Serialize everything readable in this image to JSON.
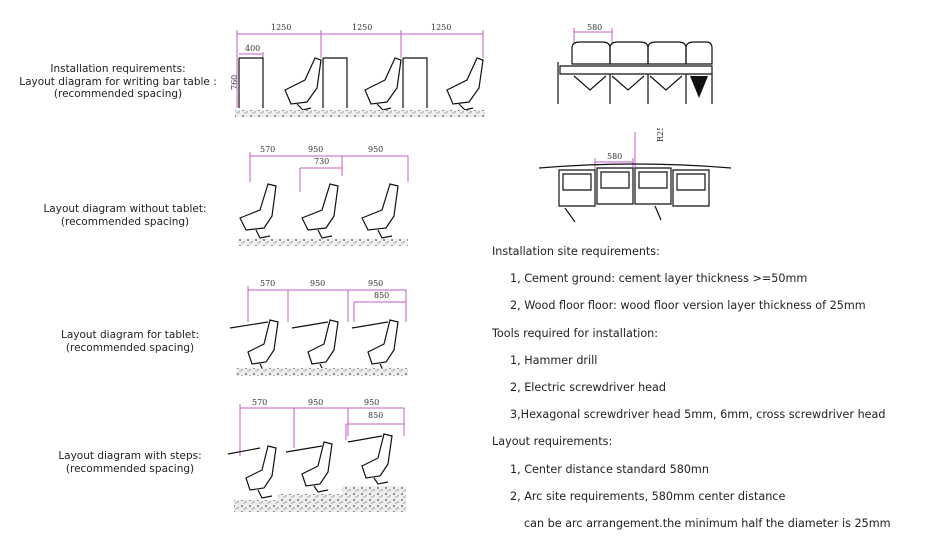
{
  "labels": {
    "writing_bar": [
      "Installation requirements:",
      "Layout diagram for writing bar table :",
      "(recommended spacing)"
    ],
    "no_tablet": [
      "Layout diagram without tablet:",
      "(recommended spacing)"
    ],
    "tablet": [
      "Layout diagram for tablet:",
      "(recommended spacing)"
    ],
    "steps": [
      "Layout diagram with steps:",
      "(recommended spacing)"
    ]
  },
  "dims": {
    "writing_bar": {
      "spacing": [
        "1250",
        "1250",
        "1250"
      ],
      "table_width": "400",
      "height": "760"
    },
    "no_tablet": {
      "spacing": [
        "570",
        "950",
        "950"
      ],
      "inner": "730"
    },
    "tablet": {
      "spacing": [
        "570",
        "950",
        "950"
      ],
      "inner": "850"
    },
    "steps": {
      "spacing": [
        "570",
        "950",
        "950"
      ],
      "inner": "850"
    },
    "row_front": "580",
    "row_arc": {
      "center": "580",
      "radius": "R25000"
    }
  },
  "info": {
    "site_title": "Installation site requirements:",
    "site_items": [
      "1, Cement ground: cement layer thickness >=50mm",
      "2, Wood floor floor: wood floor version layer thickness of 25mm"
    ],
    "tools_title": "Tools required for installation:",
    "tools_items": [
      "1, Hammer drill",
      "2, Electric screwdriver head",
      "3,Hexagonal screwdriver head 5mm, 6mm, cross screwdriver head"
    ],
    "layout_title": "Layout requirements:",
    "layout_items": [
      "1, Center distance standard 580mn",
      "2, Arc site requirements, 580mm center distance"
    ],
    "layout_note": "can be arc arrangement.the minimum half  the diameter is 25mm"
  },
  "colors": {
    "dimension": "#c45cc8",
    "line": "#111111",
    "text": "#222222"
  }
}
